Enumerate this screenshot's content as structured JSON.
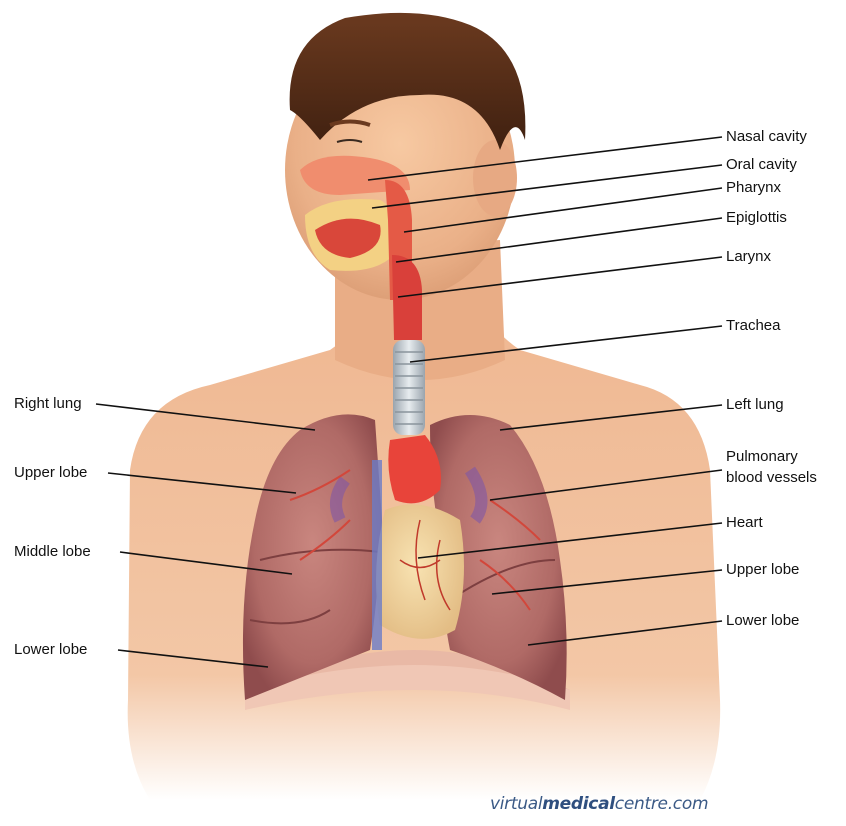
{
  "diagram": {
    "right_labels": [
      {
        "id": "nasal-cavity",
        "text": "Nasal cavity"
      },
      {
        "id": "oral-cavity",
        "text": "Oral cavity"
      },
      {
        "id": "pharynx",
        "text": "Pharynx"
      },
      {
        "id": "epiglottis",
        "text": "Epiglottis"
      },
      {
        "id": "larynx",
        "text": "Larynx"
      },
      {
        "id": "trachea",
        "text": "Trachea"
      },
      {
        "id": "left-lung",
        "text": "Left lung"
      },
      {
        "id": "pulmonary-1",
        "text": "Pulmonary"
      },
      {
        "id": "pulmonary-2",
        "text": "blood vessels"
      },
      {
        "id": "heart",
        "text": "Heart"
      },
      {
        "id": "upper-lobe-left",
        "text": "Upper lobe"
      },
      {
        "id": "lower-lobe-left",
        "text": "Lower lobe"
      }
    ],
    "left_labels": [
      {
        "id": "right-lung",
        "text": "Right lung"
      },
      {
        "id": "upper-lobe-right",
        "text": "Upper lobe"
      },
      {
        "id": "middle-lobe",
        "text": "Middle lobe"
      },
      {
        "id": "lower-lobe-right",
        "text": "Lower lobe"
      }
    ],
    "watermark": {
      "prefix": "virtual",
      "bold": "medical",
      "suffix": "centre.com"
    }
  }
}
